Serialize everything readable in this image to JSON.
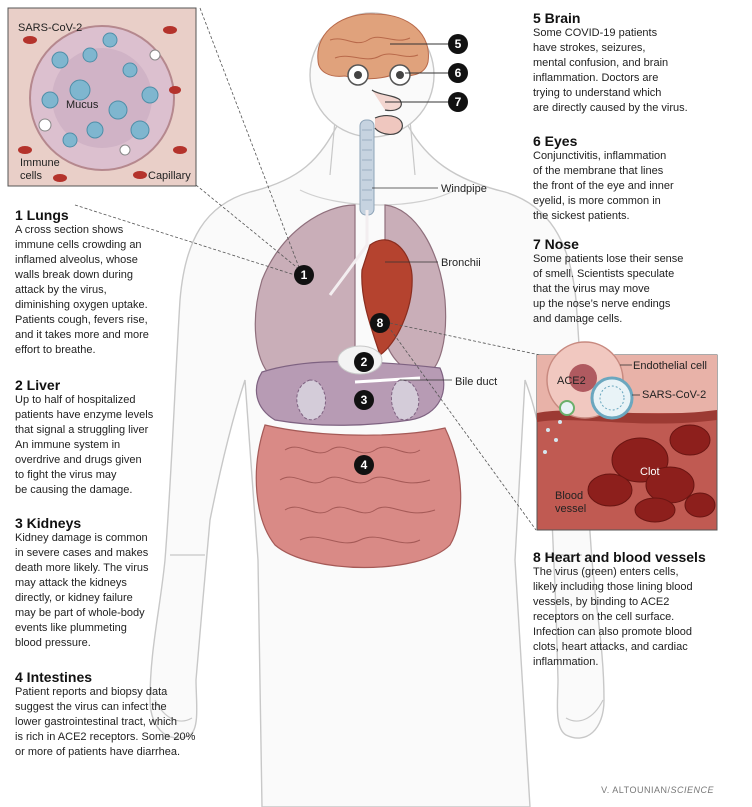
{
  "inset_lungs": {
    "virus_label": "SARS-CoV-2",
    "mucus_label": "Mucus",
    "immune_label": "Immune\ncells",
    "capillary_label": "Capillary"
  },
  "inset_heart": {
    "endothelial_label": "Endothelial cell",
    "ace2_label": "ACE2",
    "virus_label": "SARS-CoV-2",
    "clot_label": "Clot",
    "vessel_label": "Blood\nvessel"
  },
  "body_labels": {
    "windpipe": "Windpipe",
    "bronchii": "Bronchii",
    "bile_duct": "Bile duct"
  },
  "sections": {
    "lungs": {
      "title": "1 Lungs",
      "text": "A cross section shows\nimmune cells crowding an\ninflamed alveolus, whose\nwalls break down during\nattack by the virus,\ndiminishing oxygen uptake.\nPatients cough, fevers rise,\nand it takes more and more\neffort to breathe."
    },
    "liver": {
      "title": "2 Liver",
      "text": "Up to half of hospitalized\npatients have enzyme levels\nthat signal a struggling liver\nAn immune system in\noverdrive and drugs given\nto fight the virus may\nbe causing the damage."
    },
    "kidneys": {
      "title": "3 Kidneys",
      "text": "Kidney damage is common\nin severe cases and makes\ndeath more likely. The virus\nmay attack the kidneys\ndirectly, or kidney failure\nmay be part of whole-body\nevents like plummeting\nblood pressure."
    },
    "intestines": {
      "title": "4 Intestines",
      "text": "Patient reports and biopsy data\nsuggest the virus can infect the\nlower gastrointestinal tract, which\nis rich in ACE2 receptors. Some 20%\nor more of patients have diarrhea."
    },
    "brain": {
      "title": "5 Brain",
      "text": "Some COVID-19 patients\nhave strokes, seizures,\nmental confusion, and brain\ninflammation. Doctors are\ntrying to understand which\nare directly caused by the virus."
    },
    "eyes": {
      "title": "6 Eyes",
      "text": "Conjunctivitis, inflammation\nof the membrane that lines\nthe front of the eye and inner\neyelid, is more common in\nthe sickest patients."
    },
    "nose": {
      "title": "7 Nose",
      "text": "Some patients lose their sense\nof smell. Scientists speculate\nthat the virus may move\nup the nose’s nerve endings\nand damage cells."
    },
    "heart": {
      "title": "8 Heart and blood vessels",
      "text": "The virus (green) enters cells,\nlikely including those lining blood\nvessels, by binding to ACE2\nreceptors on the cell surface.\nInfection can also promote blood\nclots, heart attacks, and cardiac\ninflammation."
    }
  },
  "markers": {
    "m1": "1",
    "m2": "2",
    "m3": "3",
    "m4": "4",
    "m5": "5",
    "m6": "6",
    "m7": "7",
    "m8": "8"
  },
  "credit": {
    "author": "V. ALTOUNIAN/",
    "publication": "SCIENCE"
  },
  "colors": {
    "organ_pink": "#d98a86",
    "lung": "#c9aeb8",
    "vessel_red": "#b4332c",
    "virus_blue": "#7fb6cf",
    "outline": "#bcbcbc"
  }
}
